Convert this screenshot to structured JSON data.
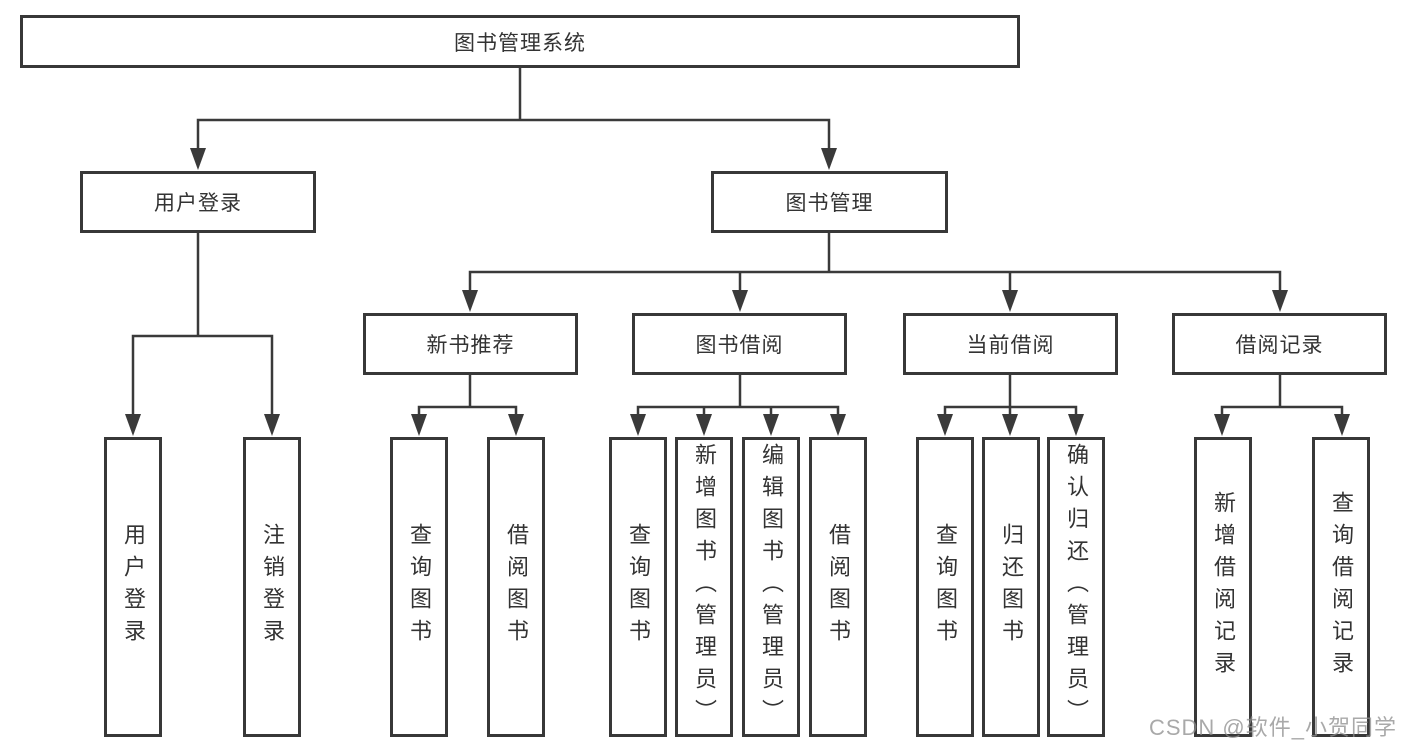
{
  "tree": {
    "root": "图书管理系统",
    "user_login": {
      "label": "用户登录",
      "children": [
        "用户登录",
        "注销登录"
      ]
    },
    "book_management": {
      "label": "图书管理",
      "sections": [
        {
          "label": "新书推荐",
          "children": [
            "查询图书",
            "借阅图书"
          ]
        },
        {
          "label": "图书借阅",
          "children": [
            "查询图书",
            "新增图书（管理员）",
            "编辑图书（管理员）",
            "借阅图书"
          ]
        },
        {
          "label": "当前借阅",
          "children": [
            "查询图书",
            "归还图书",
            "确认归还（管理员）"
          ]
        },
        {
          "label": "借阅记录",
          "children": [
            "新增借阅记录",
            "查询借阅记录"
          ]
        }
      ]
    }
  },
  "watermark": "CSDN @软件_小贺同学",
  "colors": {
    "background": "#ffffff",
    "box_border": "#383838",
    "connector_line": "#3a3a3a",
    "text": "#333333",
    "watermark_text": "#a8a8a8"
  }
}
